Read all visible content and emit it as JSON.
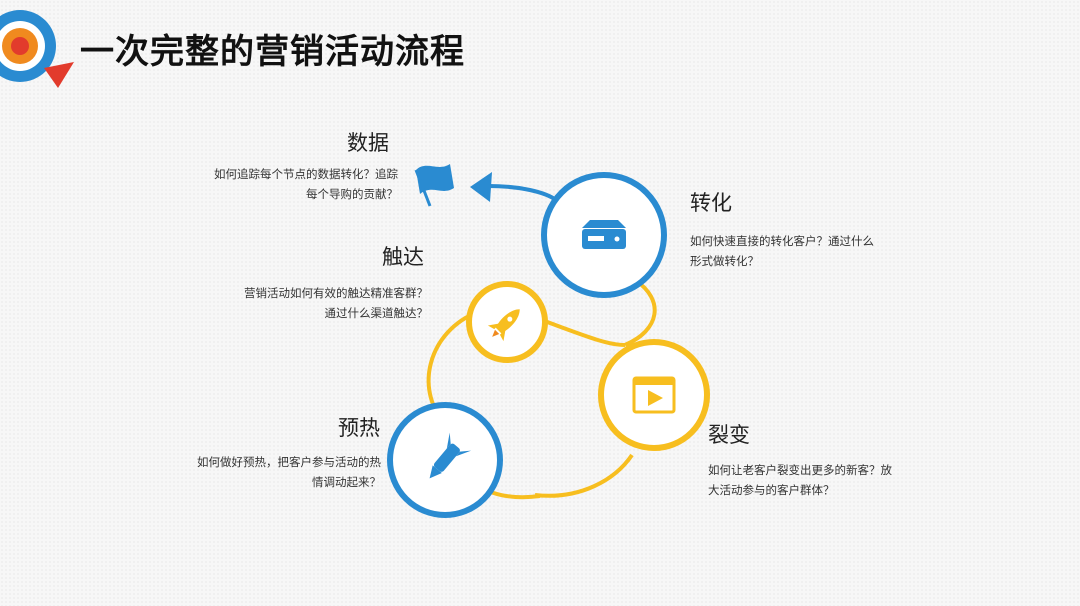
{
  "page": {
    "title": "一次完整的营销活动流程"
  },
  "colors": {
    "blue": "#2a8bd1",
    "yellow": "#f7be1f",
    "red": "#e23b2c",
    "orange": "#f08a1f",
    "text": "#222222"
  },
  "stages": [
    {
      "title": "数据",
      "desc_line1": "如何追踪每个节点的数据转化？追踪",
      "desc_line2": "每个导购的贡献？",
      "icon": "flag-icon",
      "ring_color": "none"
    },
    {
      "title": "转化",
      "desc_line1": "如何快速直接的转化客户？通过什么",
      "desc_line2": "形式做转化？",
      "icon": "hard-drive-icon",
      "ring_color": "blue"
    },
    {
      "title": "触达",
      "desc_line1": "营销活动如何有效的触达精准客群？",
      "desc_line2": "通过什么渠道触达？",
      "icon": "rocket-icon",
      "ring_color": "yellow"
    },
    {
      "title": "裂变",
      "desc_line1": "如何让老客户裂变出更多的新客？放",
      "desc_line2": "大活动参与的客户群体？",
      "icon": "play-video-icon",
      "ring_color": "yellow"
    },
    {
      "title": "预热",
      "desc_line1": "如何做好预热，把客户参与活动的热",
      "desc_line2": "情调动起来？",
      "icon": "missile-icon",
      "ring_color": "blue"
    }
  ]
}
